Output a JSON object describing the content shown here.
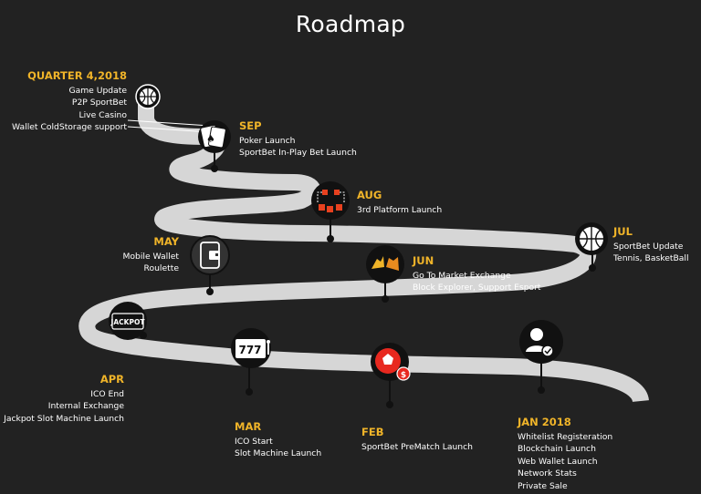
{
  "title": "Roadmap",
  "colors": {
    "background": "#222222",
    "road": "#d6d6d6",
    "accent": "#f0b429",
    "text": "#ffffff",
    "node": "#111111"
  },
  "milestones": [
    {
      "id": "q4-2018",
      "label": "QUARTER 4,2018",
      "items": [
        "Game Update",
        "P2P SportBet",
        "Live Casino",
        "Wallet ColdStorage support"
      ],
      "icon": "basketball-icon"
    },
    {
      "id": "sep",
      "label": "SEP",
      "items": [
        "Poker Launch",
        "SportBet In-Play Bet Launch"
      ],
      "icon": "playing-cards-icon"
    },
    {
      "id": "aug",
      "label": "AUG",
      "items": [
        "3rd Platform Launch"
      ],
      "icon": "platform-nodes-icon"
    },
    {
      "id": "jul",
      "label": "JUL",
      "items": [
        "SportBet Update",
        "Tennis, BasketBall"
      ],
      "icon": "basketball-icon"
    },
    {
      "id": "may",
      "label": "MAY",
      "items": [
        "Mobile Wallet",
        "Roulette"
      ],
      "icon": "mobile-wallet-icon"
    },
    {
      "id": "jun",
      "label": "JUN",
      "items": [
        "Go To Market Exchange",
        "Block Explorer, Support Esport"
      ],
      "icon": "bull-bear-icon"
    },
    {
      "id": "apr",
      "label": "APR",
      "items": [
        "ICO End",
        "Internal Exchange",
        "Jackpot Slot Machine Launch"
      ],
      "icon": "jackpot-icon"
    },
    {
      "id": "mar",
      "label": "MAR",
      "items": [
        "ICO Start",
        "Slot Machine Launch"
      ],
      "icon": "slot-machine-icon"
    },
    {
      "id": "feb",
      "label": "FEB",
      "items": [
        "SportBet PreMatch Launch"
      ],
      "icon": "soccer-bet-icon"
    },
    {
      "id": "jan-2018",
      "label": "JAN 2018",
      "items": [
        "Whitelist Registeration",
        "Blockchain Launch",
        "Web Wallet Launch",
        "Network Stats",
        "Private Sale"
      ],
      "icon": "user-verified-icon"
    }
  ],
  "icon_text": {
    "jackpot": "JACKPOT",
    "slots": "777",
    "dollar": "$"
  }
}
